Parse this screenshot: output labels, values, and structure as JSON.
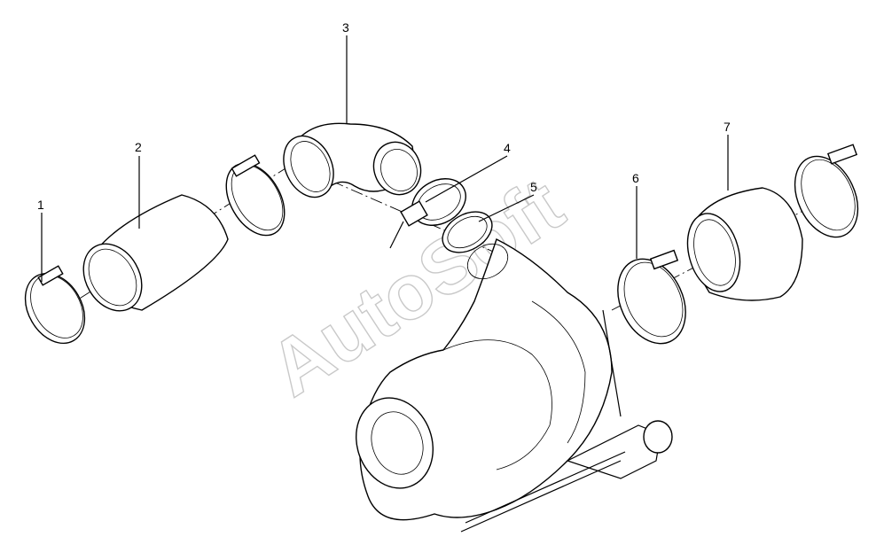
{
  "diagram": {
    "callouts": [
      {
        "id": "1",
        "label": "1"
      },
      {
        "id": "2",
        "label": "2"
      },
      {
        "id": "3",
        "label": "3"
      },
      {
        "id": "4",
        "label": "4"
      },
      {
        "id": "5",
        "label": "5"
      },
      {
        "id": "6",
        "label": "6"
      },
      {
        "id": "7",
        "label": "7"
      }
    ],
    "watermark": "AutoSoft",
    "colors": {
      "line": "#000000",
      "background": "#ffffff",
      "watermark": "#c9c9c9"
    }
  }
}
